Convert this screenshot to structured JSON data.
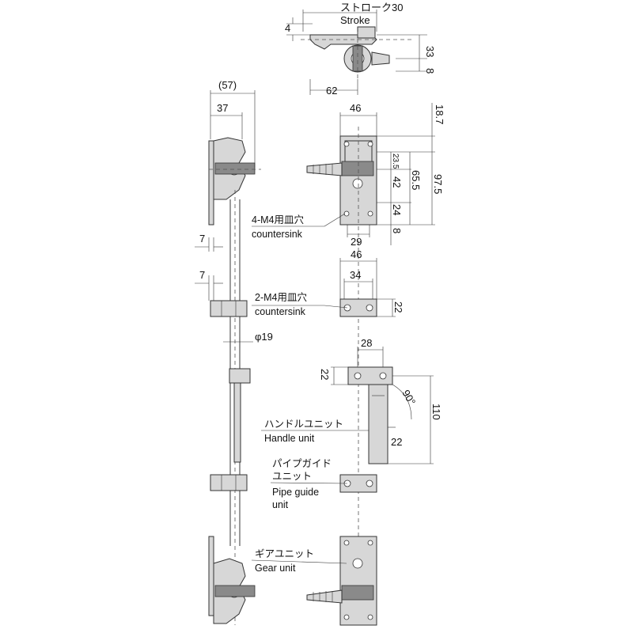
{
  "dimensions": {
    "stroke_jp": "ストローク30",
    "stroke_en": "Stroke",
    "top_4": "4",
    "top_33": "33",
    "top_8": "8",
    "top_62": "62",
    "d57": "(57)",
    "d37": "37",
    "d46a": "46",
    "d18_7": "18.7",
    "d23_5": "23.5",
    "d42": "42",
    "d65_5": "65.5",
    "d97_5": "97.5",
    "d24": "24",
    "d8": "8",
    "d7a": "7",
    "d29": "29",
    "d46b": "46",
    "d7b": "7",
    "d34": "34",
    "d22a": "22",
    "phi19": "φ19",
    "d28": "28",
    "d22b": "22",
    "d90": "90°",
    "d110": "110",
    "d22c": "22"
  },
  "labels": {
    "hole4_jp": "4-M4用皿穴",
    "hole4_en": "countersink",
    "hole2_jp": "2-M4用皿穴",
    "hole2_en": "countersink",
    "handle_jp": "ハンドルユニット",
    "handle_en": "Handle unit",
    "pipe_jp": "パイプガイド",
    "pipe_jp2": "ユニット",
    "pipe_en": "Pipe guide",
    "pipe_en2": "unit",
    "gear_jp": "ギアユニット",
    "gear_en": "Gear unit"
  }
}
